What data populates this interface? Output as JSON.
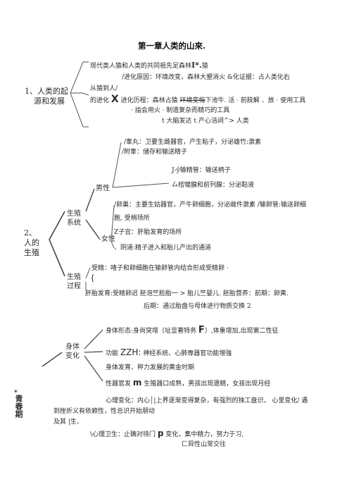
{
  "title": "第一章人类的山來.",
  "s1": {
    "label1": "1、人类的起",
    "label2": "源和发展",
    "l1": "现代类人猿和人类的共同祖先足森林",
    "l1b": "I*.",
    "l1c": "猿",
    "l2": "/进化原因：环境改变，森林大墾消火 &化证据：占人类化右",
    "l3": "从猿到人/",
    "l4a": "的进化",
    "l4x": "X",
    "l4b": "进化历程：森林占猿",
    "l4strike": "环境变悔",
    "l4c": "下池牛. 活 · 前肢解 、放 · 使用工具",
    "l5": "· 詣会用火 · 制造复杂而精巧的工具",
    "l6": "t 大脑发达 t 产心涪詞^> 人类"
  },
  "s2": {
    "label1": "2、",
    "label2": "人的",
    "label3": "生殖",
    "r1": "/睾丸：卫要生雌器官，产生粘子，分泌雄竹:激素",
    "r2": "/附睾：储存和输送精子",
    "r3": "J-ŷ输精管：输送柄子",
    "r4": "厶桔犍腺和前列腺：分泌黏液",
    "male": "男性",
    "sys1": "生殖",
    "sys2": "系统",
    "f1": "/卵巢：主要生姑器官，产牛卵细胞，分泌雌件激素 /输卵管:输送卵细",
    "f2": "胞, 受梢场所",
    "f3": "Z子宫：肧胎发育的场所",
    "female": "女性",
    "f4": "、阴道:精子进入和胎儿产出的通道",
    "proc1": "生殖",
    "proc2": "过程",
    "p1": "受精：啫子和卵细胞在输卵管内结合形成受精卵 ·",
    "p1b": "{",
    "p2": "肧胎发育:受精卵迟  胚泡竺脸胎一 > 胎儿竺婴儿.  胚胎营养：前期：卵黄.",
    "p3": "后期：通过胎盘与母体进行物质交换 2"
  },
  "s3": {
    "label": "青春期",
    "label_dot": "*",
    "body1": "身体",
    "body2": "变化",
    "b1a": "身体形态:身尚突增（址显著特务",
    "b1F": "F",
    "b1b": "）,体重增加,出现第二性征",
    "b2a": "功能",
    "b2Z": "ZZH:",
    "b2b": "神经系统、心肺専器官功能増強",
    "b3": "身体发育、秤力发展的黄金时期",
    "b4a": "性器官发",
    "b4m": "m",
    "b4b": "生殖器口成熟，男孩出现遗精，女孩出现月经",
    "m1": "心理变化：内心│|上界逐渐变得复杂，有强烈的独工盘识， 心里变化/ 遇",
    "m2": "到挫折义有依赖性，性总识开始朋动",
    "m3": "及其 |生、",
    "m4a": "\\心理卫生：止确对待门",
    "m4p": "p",
    "m4b": "变化，集中精力，努力于习,",
    "m5": "匚异性山常交往"
  }
}
